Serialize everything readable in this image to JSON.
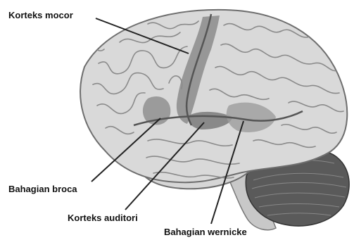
{
  "labels": {
    "motor_cortex": "Korteks mocor",
    "broca_area": "Bahagian broca",
    "auditory_cortex": "Korteks auditori",
    "wernicke_area": "Bahagian wernicke"
  },
  "colors": {
    "brain_fill": "#d9d9d9",
    "gyrus_line": "#8a8a8a",
    "highlight_region": "#8f8f8f",
    "cerebellum": "#5a5a5a",
    "leader_line": "#222222",
    "label_text": "#111111"
  }
}
